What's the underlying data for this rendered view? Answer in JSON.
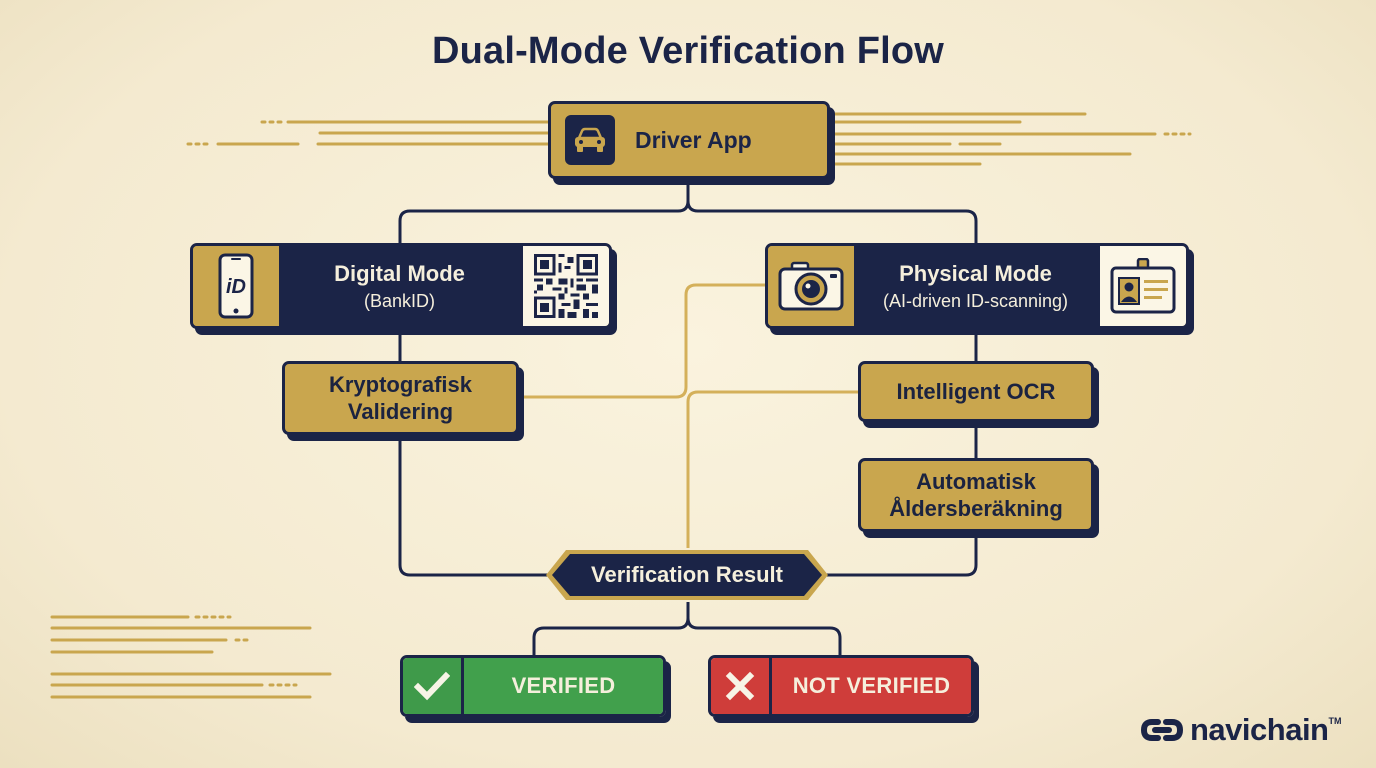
{
  "title": "Dual-Mode Verification Flow",
  "driver_app": {
    "label": "Driver App",
    "icon": "car-icon"
  },
  "digital_mode": {
    "title": "Digital Mode",
    "subtitle": "(BankID)",
    "left_icon": "phone-id-icon",
    "right_icon": "qr-code-icon"
  },
  "physical_mode": {
    "title": "Physical Mode",
    "subtitle": "(AI-driven ID-scanning)",
    "left_icon": "camera-icon",
    "right_icon": "id-badge-icon"
  },
  "steps": {
    "kryptografisk": [
      "Kryptografisk",
      "Validering"
    ],
    "intelligent_ocr": "Intelligent OCR",
    "automatisk": [
      "Automatisk",
      "Åldersberäkning"
    ]
  },
  "verification_result": "Verification Result",
  "results": {
    "verified": {
      "label": "VERIFIED",
      "icon": "checkmark-icon",
      "color": "#41a04c"
    },
    "not_verified": {
      "label": "NOT VERIFIED",
      "icon": "cross-icon",
      "color": "#cf3d3a"
    }
  },
  "brand": {
    "name": "navichain",
    "trademark": "TM",
    "icon": "chain-link-icon"
  },
  "colors": {
    "navy": "#1b2447",
    "gold": "#c9a64e",
    "background": "#f7efd6"
  }
}
